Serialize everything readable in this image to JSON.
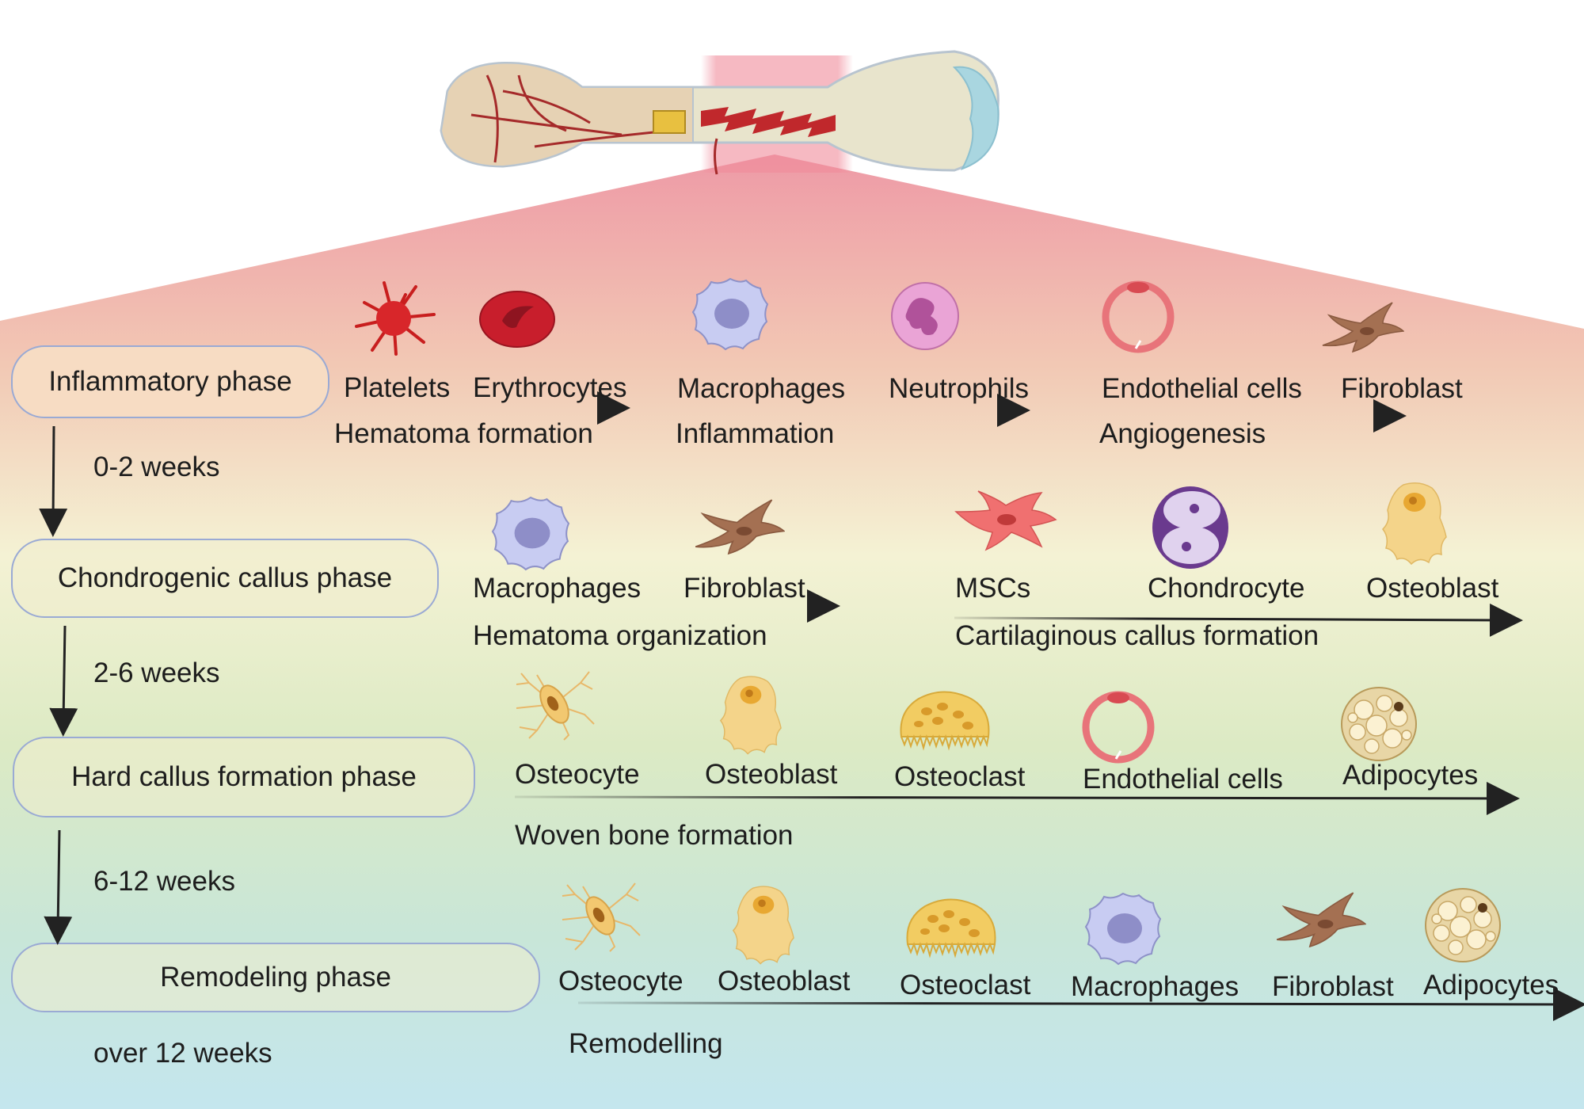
{
  "phases": [
    {
      "name": "Inflammatory phase",
      "duration": "0-2 weeks"
    },
    {
      "name": "Chondrogenic callus phase",
      "duration": "2-6 weeks"
    },
    {
      "name": "Hard callus formation phase",
      "duration": "6-12 weeks"
    },
    {
      "name": "Remodeling phase",
      "duration": "over 12 weeks"
    }
  ],
  "rows": [
    {
      "groups": [
        {
          "cells": [
            "Platelets",
            "Erythrocytes"
          ],
          "process": "Hematoma formation"
        },
        {
          "cells": [
            "Macrophages",
            "Neutrophils"
          ],
          "process": "Inflammation"
        },
        {
          "cells": [
            "Endothelial cells",
            "Fibroblast"
          ],
          "process": "Angiogenesis"
        }
      ]
    },
    {
      "groups": [
        {
          "cells": [
            "Macrophages",
            "Fibroblast"
          ],
          "process": "Hematoma organization"
        },
        {
          "cells": [
            "MSCs",
            "Chondrocyte",
            "Osteoblast"
          ],
          "process": "Cartilaginous callus formation"
        }
      ]
    },
    {
      "groups": [
        {
          "cells": [
            "Osteocyte",
            "Osteoblast",
            "Osteoclast",
            "Endothelial cells",
            "Adipocytes"
          ],
          "process": "Woven bone formation"
        }
      ]
    },
    {
      "groups": [
        {
          "cells": [
            "Osteocyte",
            "Osteoblast",
            "Osteoclast",
            "Macrophages",
            "Fibroblast",
            "Adipocytes"
          ],
          "process": "Remodelling"
        }
      ]
    }
  ],
  "icons": [
    "bone-fracture-icon",
    "platelet-icon",
    "erythrocyte-icon",
    "macrophage-icon",
    "neutrophil-icon",
    "endothelial-cell-icon",
    "fibroblast-icon",
    "msc-icon",
    "chondrocyte-icon",
    "osteoblast-icon",
    "osteocyte-icon",
    "osteoclast-icon",
    "adipocyte-icon"
  ],
  "colors": {
    "fracture_glow": "#ee8a96",
    "pill_border": "#9aaad4",
    "arrow": "#222222",
    "bottom_gradient": "#c8e8ee"
  }
}
